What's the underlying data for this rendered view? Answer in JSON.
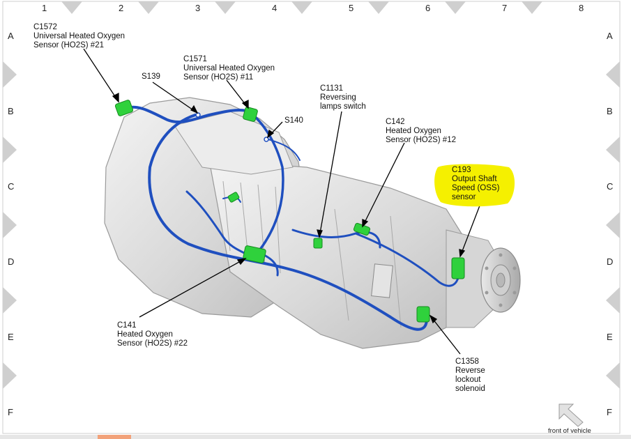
{
  "grid": {
    "columns": [
      "1",
      "2",
      "3",
      "4",
      "5",
      "6",
      "7",
      "8"
    ],
    "rows": [
      "A",
      "B",
      "C",
      "D",
      "E",
      "F"
    ]
  },
  "callouts": {
    "c1572": [
      "C1572",
      "Universal Heated Oxygen",
      "Sensor (HO2S) #21"
    ],
    "c1571": [
      "C1571",
      "Universal Heated Oxygen",
      "Sensor (HO2S) #11"
    ],
    "s139": [
      "S139"
    ],
    "s140": [
      "S140"
    ],
    "c1131": [
      "C1131",
      "Reversing",
      "lamps switch"
    ],
    "c142": [
      "C142",
      "Heated Oxygen",
      "Sensor (HO2S) #12"
    ],
    "c193": [
      "C193",
      "Output Shaft",
      "Speed (OSS)",
      "sensor"
    ],
    "c141": [
      "C141",
      "Heated Oxygen",
      "Sensor (HO2S) #22"
    ],
    "c1358": [
      "C1358",
      "Reverse",
      "lockout",
      "solenoid"
    ]
  },
  "front_label": "front of vehicle",
  "colors": {
    "harness": "#1f4fbf",
    "connector": "#2fd13c",
    "highlight": "#f5f000",
    "border_tab": "#cfcfcf",
    "casting": "#dcdcdc"
  }
}
